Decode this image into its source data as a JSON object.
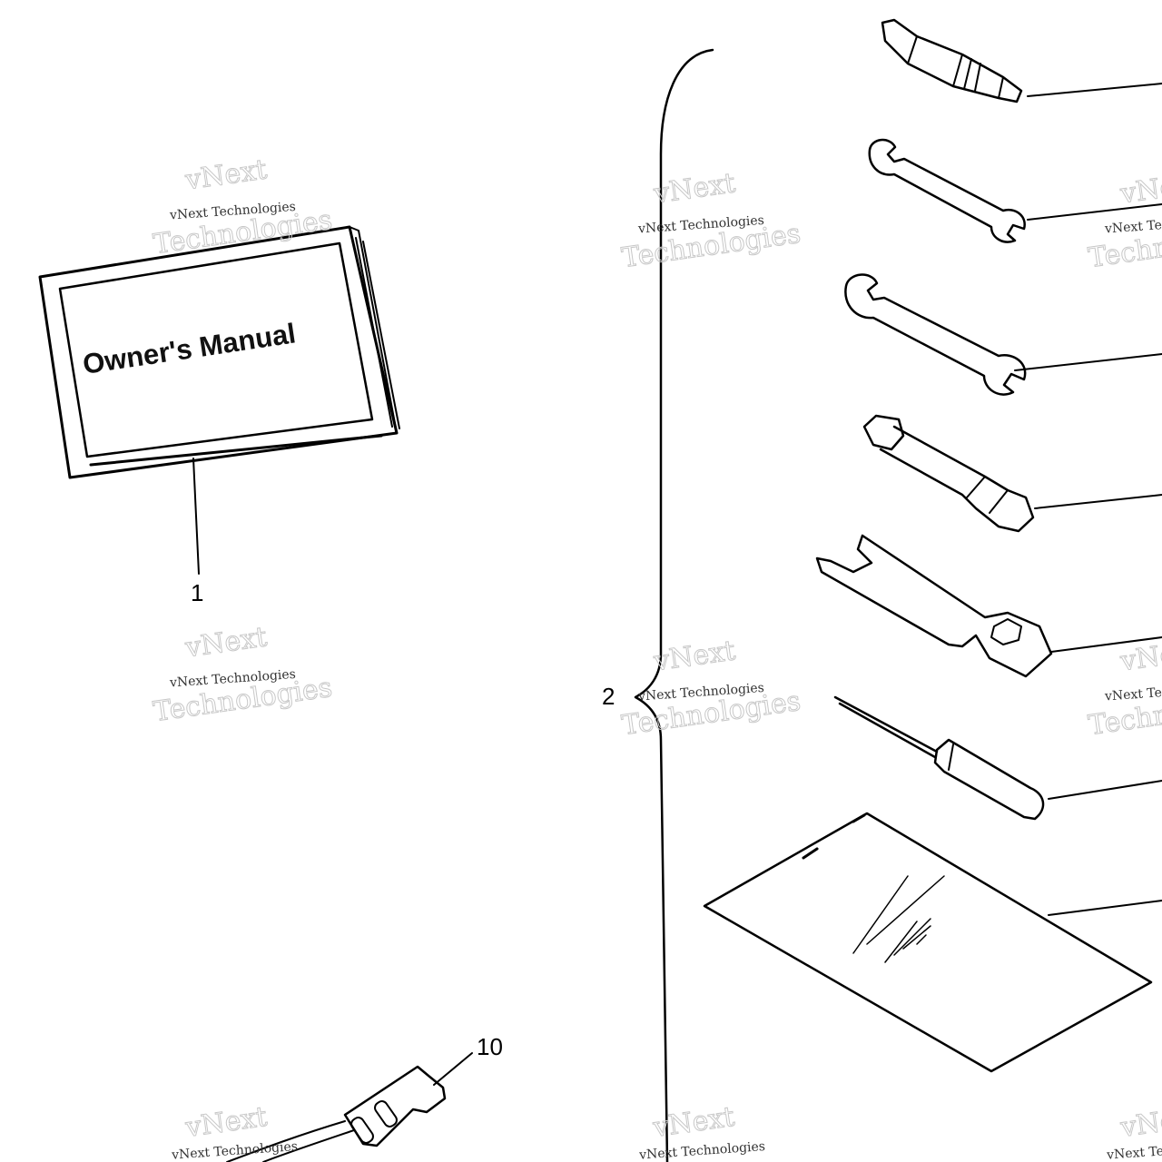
{
  "manual": {
    "title": "Owner's Manual"
  },
  "callouts": {
    "item_1": "1",
    "item_2": "2",
    "item_10": "10"
  },
  "watermark": {
    "logo": "vNext",
    "company": "vNext Technologies",
    "word": "Technologies"
  },
  "colors": {
    "ink": "#000000",
    "paper": "#ffffff",
    "watermark": "#c8c8c8"
  }
}
